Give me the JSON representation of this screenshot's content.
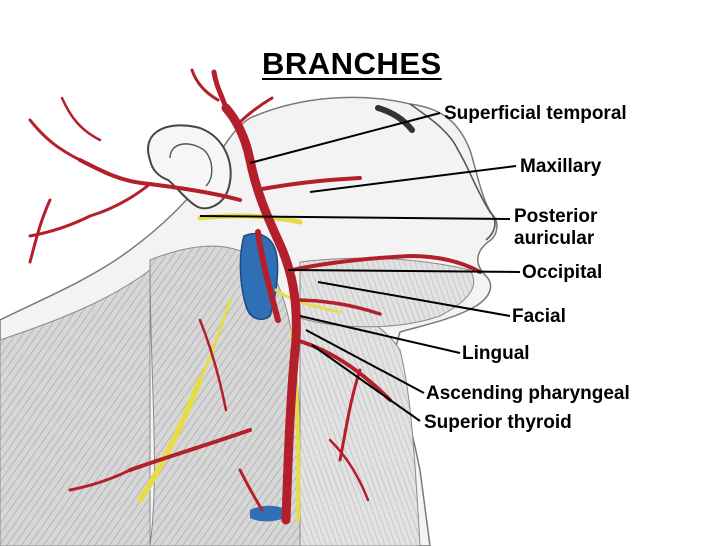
{
  "title": "BRANCHES",
  "labels": {
    "superficial_temporal": "Superficial temporal",
    "maxillary": "Maxillary",
    "posterior_auricular_line1": "Posterior",
    "posterior_auricular_line2": "auricular",
    "occipital": "Occipital",
    "facial": "Facial",
    "lingual": "Lingual",
    "ascending_pharyngeal": "Ascending pharyngeal",
    "superior_thyroid": "Superior thyroid"
  },
  "colors": {
    "artery": "#b3202b",
    "vein": "#2f6fb5",
    "nerve": "#e6dc4a",
    "muscle": "#c9c9c9",
    "skin": "#ededed",
    "leader": "#000000"
  }
}
